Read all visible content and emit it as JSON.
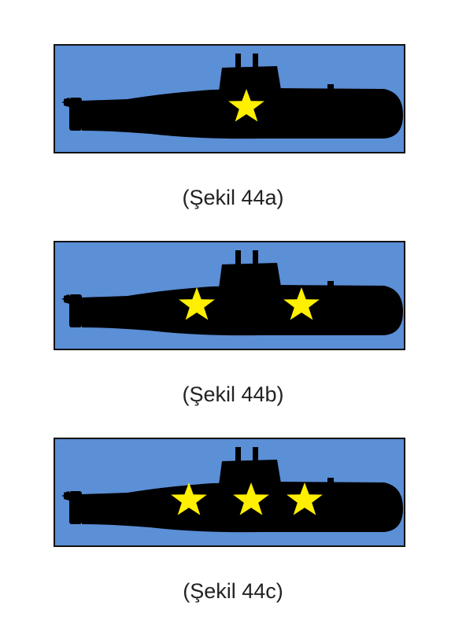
{
  "colors": {
    "water": "#5b8fd6",
    "hull": "#000000",
    "star": "#ffef00",
    "border": "#111111"
  },
  "figures": [
    {
      "caption": "(Şekil 44a)",
      "stars": 1
    },
    {
      "caption": "(Şekil 44b)",
      "stars": 2
    },
    {
      "caption": "(Şekil 44c)",
      "stars": 3
    }
  ]
}
